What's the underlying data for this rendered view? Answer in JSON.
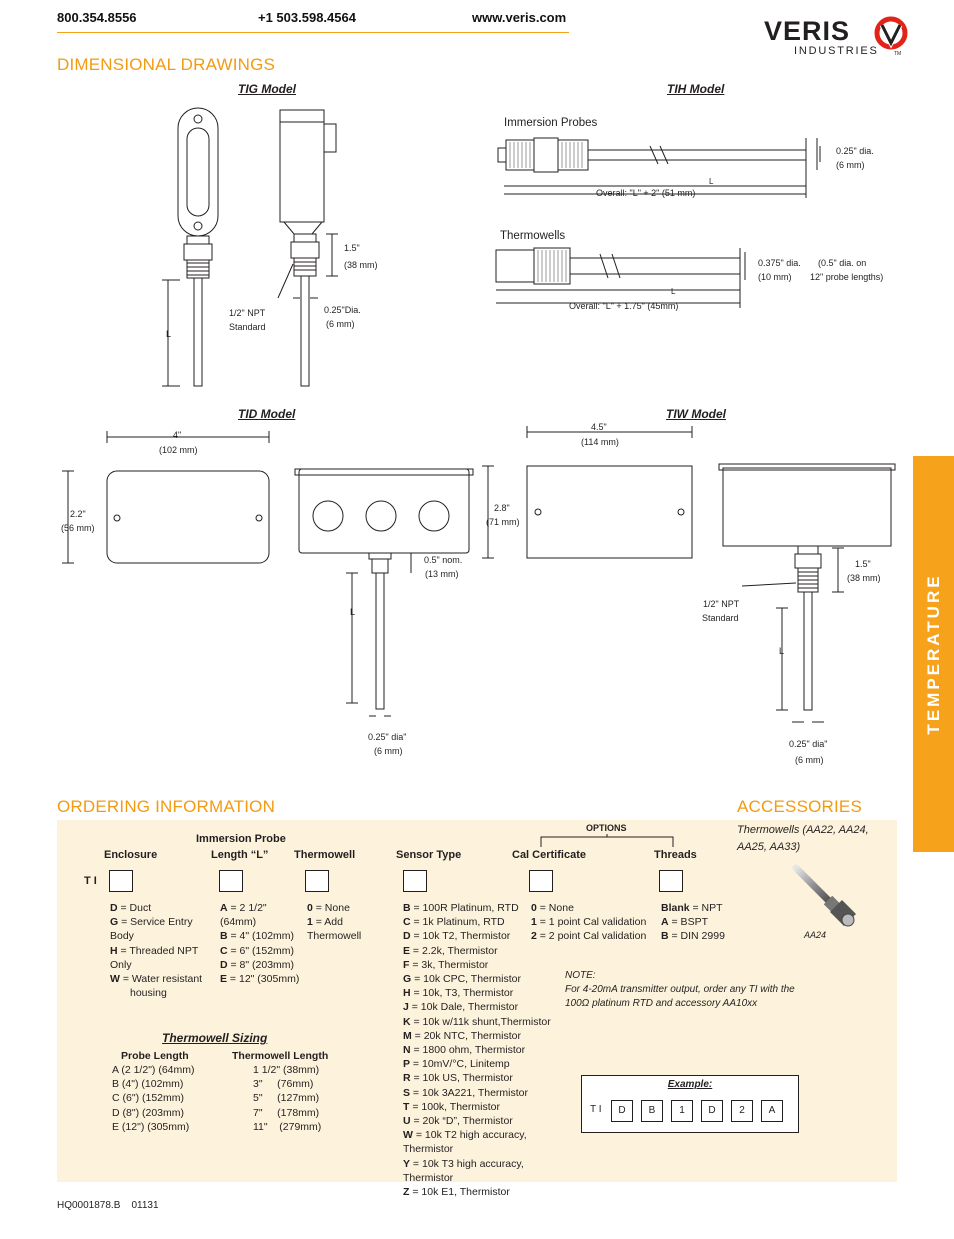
{
  "header": {
    "phone1": "800.354.8556",
    "phone2": "+1 503.598.4564",
    "website": "www.veris.com",
    "brand_name": "VERIS",
    "brand_sub": "INDUSTRIES",
    "brand_tm": "TM",
    "accent_color": "#f29b12",
    "brand_color": "#e2231a"
  },
  "side_tab": {
    "label": "TEMPERATURE"
  },
  "dimensional": {
    "title": "DIMENSIONAL DRAWINGS",
    "tig": {
      "label": "TIG Model",
      "dim_15": "1.5\"",
      "dim_15mm": "(38 mm)",
      "npt": "1/2\" NPT",
      "npt2": "Standard",
      "dia": "0.25\"Dia.",
      "dia_mm": "(6 mm)",
      "L": "L"
    },
    "tih": {
      "label": "TIH Model",
      "immersion_label": "Immersion Probes",
      "imm_dia": "0.25\" dia.",
      "imm_dia_mm": "(6 mm)",
      "imm_L": "L",
      "imm_overall": "Overall: \"L\" + 2\" (51 mm)",
      "thermo_label": "Thermowells",
      "th_dia": "0.375\" dia.",
      "th_dia_mm": "(10 mm)",
      "th_note1": "(0.5\" dia. on",
      "th_note2": "12\" probe lengths)",
      "th_L": "L",
      "th_overall": "Overall: \"L\" + 1.75\" (45mm)"
    },
    "tid": {
      "label": "TID Model",
      "w": "4\"",
      "w_mm": "(102 mm)",
      "h": "2.2\"",
      "h_mm": "(56 mm)",
      "nom": "0.5\" nom.",
      "nom_mm": "(13 mm)",
      "L": "L",
      "dia": "0.25\" dia\"",
      "dia_mm": "(6 mm)"
    },
    "tiw": {
      "label": "TIW Model",
      "w": "4.5\"",
      "w_mm": "(114 mm)",
      "h": "2.8\"",
      "h_mm": "(71 mm)",
      "d15": "1.5\"",
      "d15_mm": "(38 mm)",
      "npt": "1/2\" NPT",
      "npt2": "Standard",
      "L": "L",
      "dia": "0.25\" dia\"",
      "dia_mm": "(6 mm)"
    }
  },
  "ordering": {
    "title": "ORDERING INFORMATION",
    "options_label": "OPTIONS",
    "prefix": "T I",
    "columns": {
      "enclosure": "Enclosure",
      "probe_top": "Immersion Probe",
      "probe_bottom": "Length “L”",
      "thermowell": "Thermowell",
      "sensor": "Sensor Type",
      "cal": "Cal Certificate",
      "threads": "Threads"
    },
    "enclosure": [
      {
        "code": "D",
        "text": " = Duct"
      },
      {
        "code": "G",
        "text": " = Service Entry Body"
      },
      {
        "code": "H",
        "text": " = Threaded NPT Only"
      },
      {
        "code": "W",
        "text": " = Water resistant"
      },
      {
        "code": "",
        "text": "housing"
      }
    ],
    "probe": [
      {
        "code": "A",
        "text": " = 2 1/2\" (64mm)"
      },
      {
        "code": "B",
        "text": " = 4\" (102mm)"
      },
      {
        "code": "C",
        "text": " = 6\" (152mm)"
      },
      {
        "code": "D",
        "text": " = 8\" (203mm)"
      },
      {
        "code": "E",
        "text": " = 12\" (305mm)"
      }
    ],
    "thermowell": [
      {
        "code": "0",
        "text": " = None"
      },
      {
        "code": "1",
        "text": " = Add Thermowell"
      }
    ],
    "sensor": [
      {
        "code": "B",
        "text": "  = 100R Platinum, RTD"
      },
      {
        "code": "C",
        "text": "  = 1k Platinum, RTD"
      },
      {
        "code": "D",
        "text": "  = 10k T2, Thermistor"
      },
      {
        "code": "E",
        "text": "  = 2.2k, Thermistor"
      },
      {
        "code": "F",
        "text": "  = 3k, Thermistor"
      },
      {
        "code": "G",
        "text": " = 10k CPC, Thermistor"
      },
      {
        "code": "H",
        "text": " = 10k, T3, Thermistor"
      },
      {
        "code": "J",
        "text": "  = 10k Dale, Thermistor"
      },
      {
        "code": "K",
        "text": " = 10k w/11k shunt,Thermistor"
      },
      {
        "code": "M",
        "text": " = 20k NTC, Thermistor"
      },
      {
        "code": "N",
        "text": " = 1800 ohm, Thermistor"
      },
      {
        "code": "P",
        "text": " = 10mV/°C, Linitemp"
      },
      {
        "code": "R",
        "text": " = 10k US, Thermistor"
      },
      {
        "code": "S",
        "text": "  = 10k 3A221, Thermistor"
      },
      {
        "code": "T",
        "text": " = 100k, Thermistor"
      },
      {
        "code": "U",
        "text": " = 20k “D”, Thermistor"
      },
      {
        "code": "W",
        "text": " = 10k T2 high accuracy, Thermistor"
      },
      {
        "code": "Y",
        "text": " = 10k T3 high accuracy, Thermistor"
      },
      {
        "code": "Z",
        "text": " = 10k E1, Thermistor"
      }
    ],
    "cal": [
      {
        "code": "0",
        "text": " = None"
      },
      {
        "code": "1",
        "text": " = 1 point Cal validation"
      },
      {
        "code": "2",
        "text": " = 2 point Cal validation"
      }
    ],
    "threads": [
      {
        "code": "Blank",
        "text": " = NPT"
      },
      {
        "code": "A",
        "text": " = BSPT"
      },
      {
        "code": "B",
        "text": " = DIN 2999"
      }
    ],
    "note": [
      "NOTE:",
      "For 4-20mA transmitter output, order any TI with the",
      "100Ω platinum RTD and accessory AA10xx"
    ],
    "sizing": {
      "title": "Thermowell Sizing",
      "head_probe": "Probe Length",
      "head_thermo": "Thermowell Length",
      "rows": [
        {
          "probe": "A  (2 1/2\") (64mm)",
          "thermo": "1 1/2\" (38mm)"
        },
        {
          "probe": "B  (4\") (102mm)",
          "thermo": "3\"     (76mm)"
        },
        {
          "probe": "C  (6\") (152mm)",
          "thermo": "5\"     (127mm)"
        },
        {
          "probe": "D  (8\") (203mm)",
          "thermo": "7\"     (178mm)"
        },
        {
          "probe": "E  (12\") (305mm)",
          "thermo": "11\"    (279mm)"
        }
      ]
    },
    "example": {
      "title": "Example:",
      "prefix": "T I",
      "cells": [
        "D",
        "B",
        "1",
        "D",
        "2",
        "A"
      ]
    }
  },
  "accessories": {
    "title": "ACCESSORIES",
    "line1": "Thermowells (AA22, AA24,",
    "line2": "AA25, AA33)",
    "caption": "AA24"
  },
  "footer": {
    "code": "HQ0001878.B    01131"
  }
}
